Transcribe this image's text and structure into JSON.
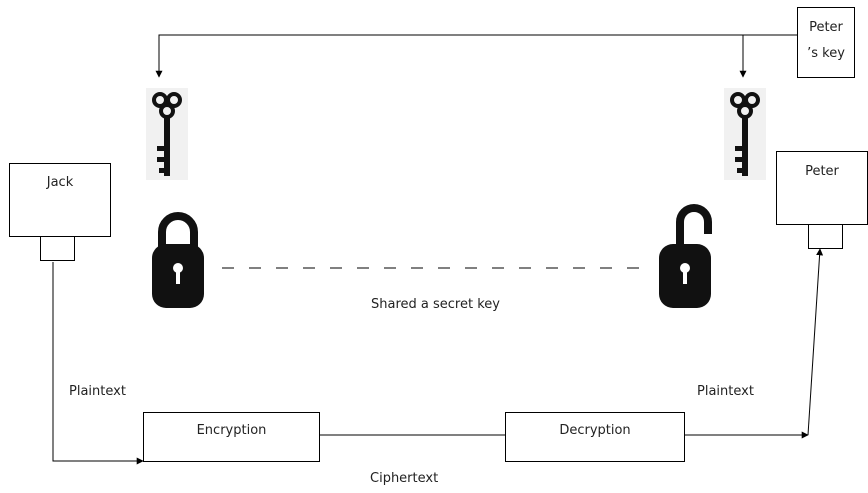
{
  "boxes": {
    "peters_key_line1": "Peter",
    "peters_key_line2": "’s key",
    "jack": "Jack",
    "peter": "Peter",
    "encryption": "Encryption",
    "decryption": "Decryption"
  },
  "labels": {
    "shared_secret": "Shared a secret key",
    "plaintext_left": "Plaintext",
    "plaintext_right": "Plaintext",
    "ciphertext": "Ciphertext"
  },
  "colors": {
    "line": "#000000",
    "icon": "#111111",
    "key_bg": "#f1f1f1"
  },
  "icons": [
    "key-icon",
    "key-icon",
    "locked-padlock-icon",
    "unlocked-padlock-icon"
  ]
}
